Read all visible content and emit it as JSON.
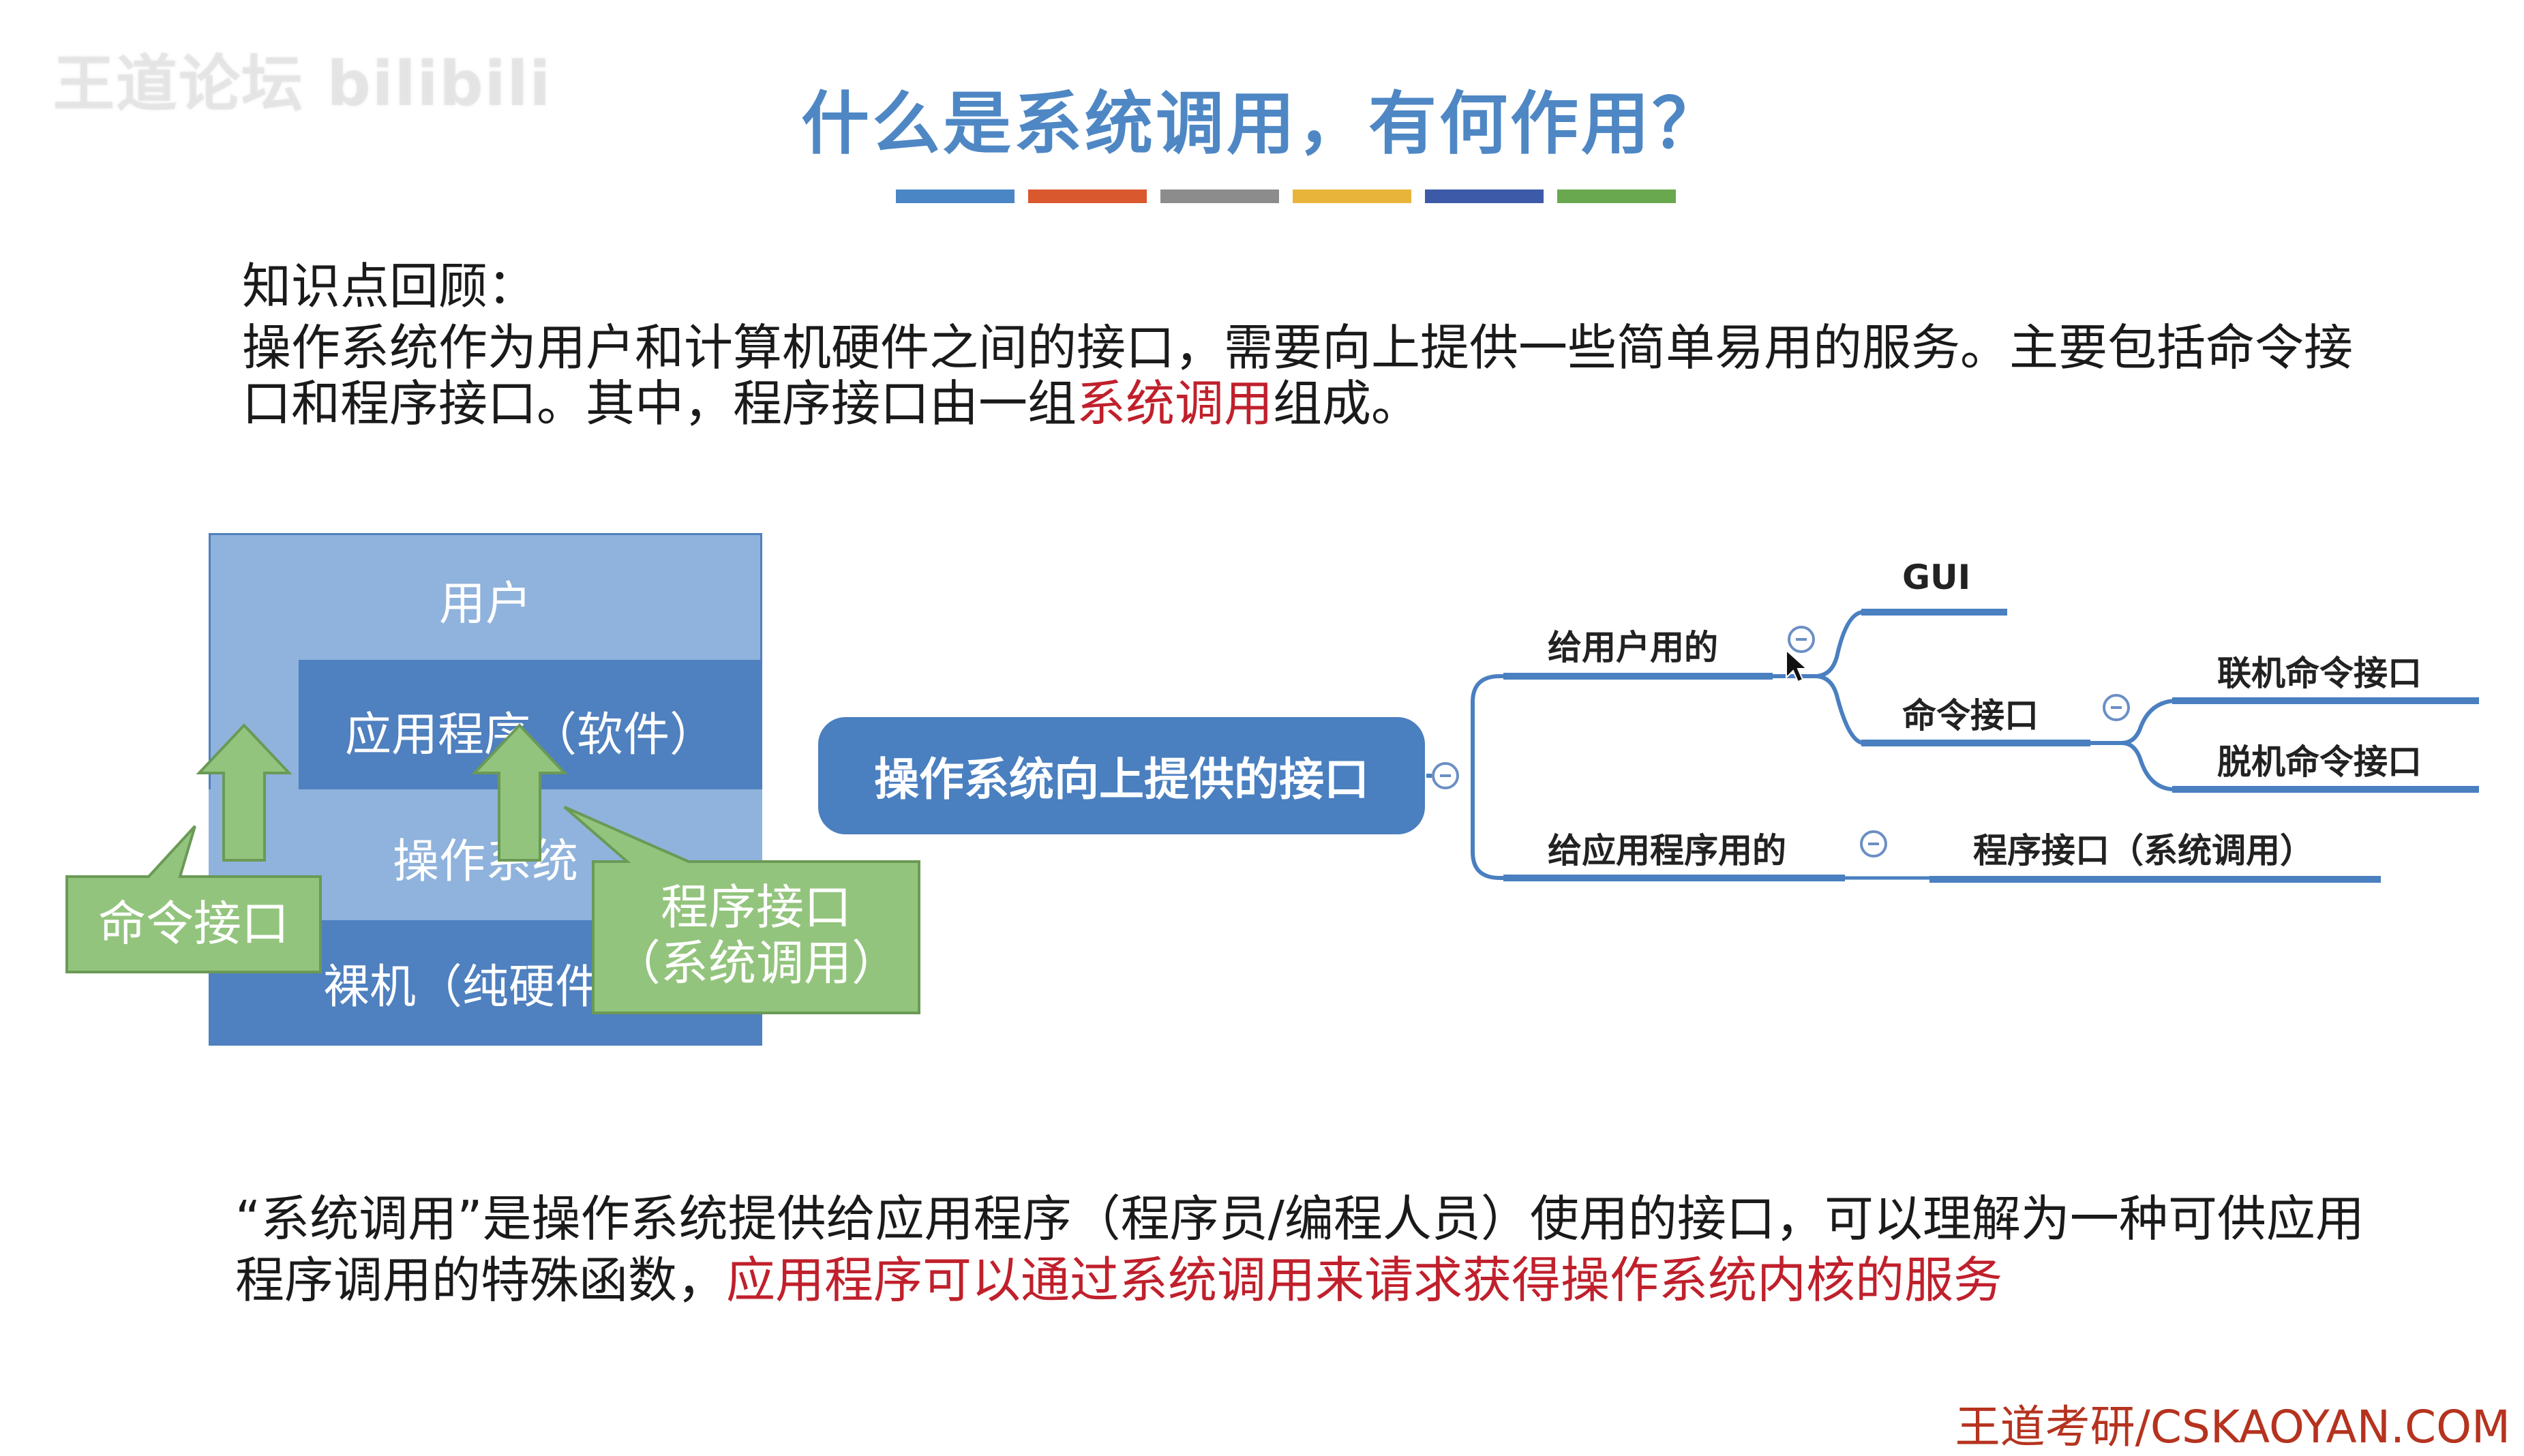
{
  "watermark": "王道论坛 bilibili",
  "title": "什么是系统调用，有何作用？",
  "color_bars": [
    "#4a86c5",
    "#d9582e",
    "#8c8c8c",
    "#e8b53a",
    "#3c5aa8",
    "#6aa84f"
  ],
  "review": {
    "heading": "知识点回顾：",
    "line1": "操作系统作为用户和计算机硬件之间的接口，需要向上提供一些简单易用的服务。主要包括命令接",
    "line2_prefix": "口和程序接口。其中，程序接口由一组",
    "line2_highlight": "系统调用",
    "line2_suffix": "组成。"
  },
  "layers": {
    "user": "用户",
    "app": "应用程序（软件）",
    "os": "操作系统",
    "hardware": "裸机（纯硬件）"
  },
  "callouts": {
    "command": "命令接口",
    "program_line1": "程序接口",
    "program_line2": "（系统调用）"
  },
  "mindmap": {
    "root": "操作系统向上提供的接口",
    "for_user": "给用户用的",
    "gui": "GUI",
    "command_interface": "命令接口",
    "online": "联机命令接口",
    "offline": "脱机命令接口",
    "for_app": "给应用程序用的",
    "program_interface": "程序接口（系统调用）"
  },
  "explanation": {
    "line1": "“系统调用”是操作系统提供给应用程序（程序员/编程人员）使用的接口，可以理解为一种可供应用",
    "line2_prefix": "程序调用的特殊函数，",
    "line2_highlight": "应用程序可以通过系统调用来请求获得操作系统内核的服务"
  },
  "footer": "王道考研/CSKAOYAN.COM",
  "colors": {
    "title": "#4e87c4",
    "highlight": "#c0202c",
    "layer_light": "#8fb3dc",
    "layer_dark": "#4f80bf",
    "callout_green": "#93c47d",
    "mindmap_blue": "#4a7fc0"
  }
}
